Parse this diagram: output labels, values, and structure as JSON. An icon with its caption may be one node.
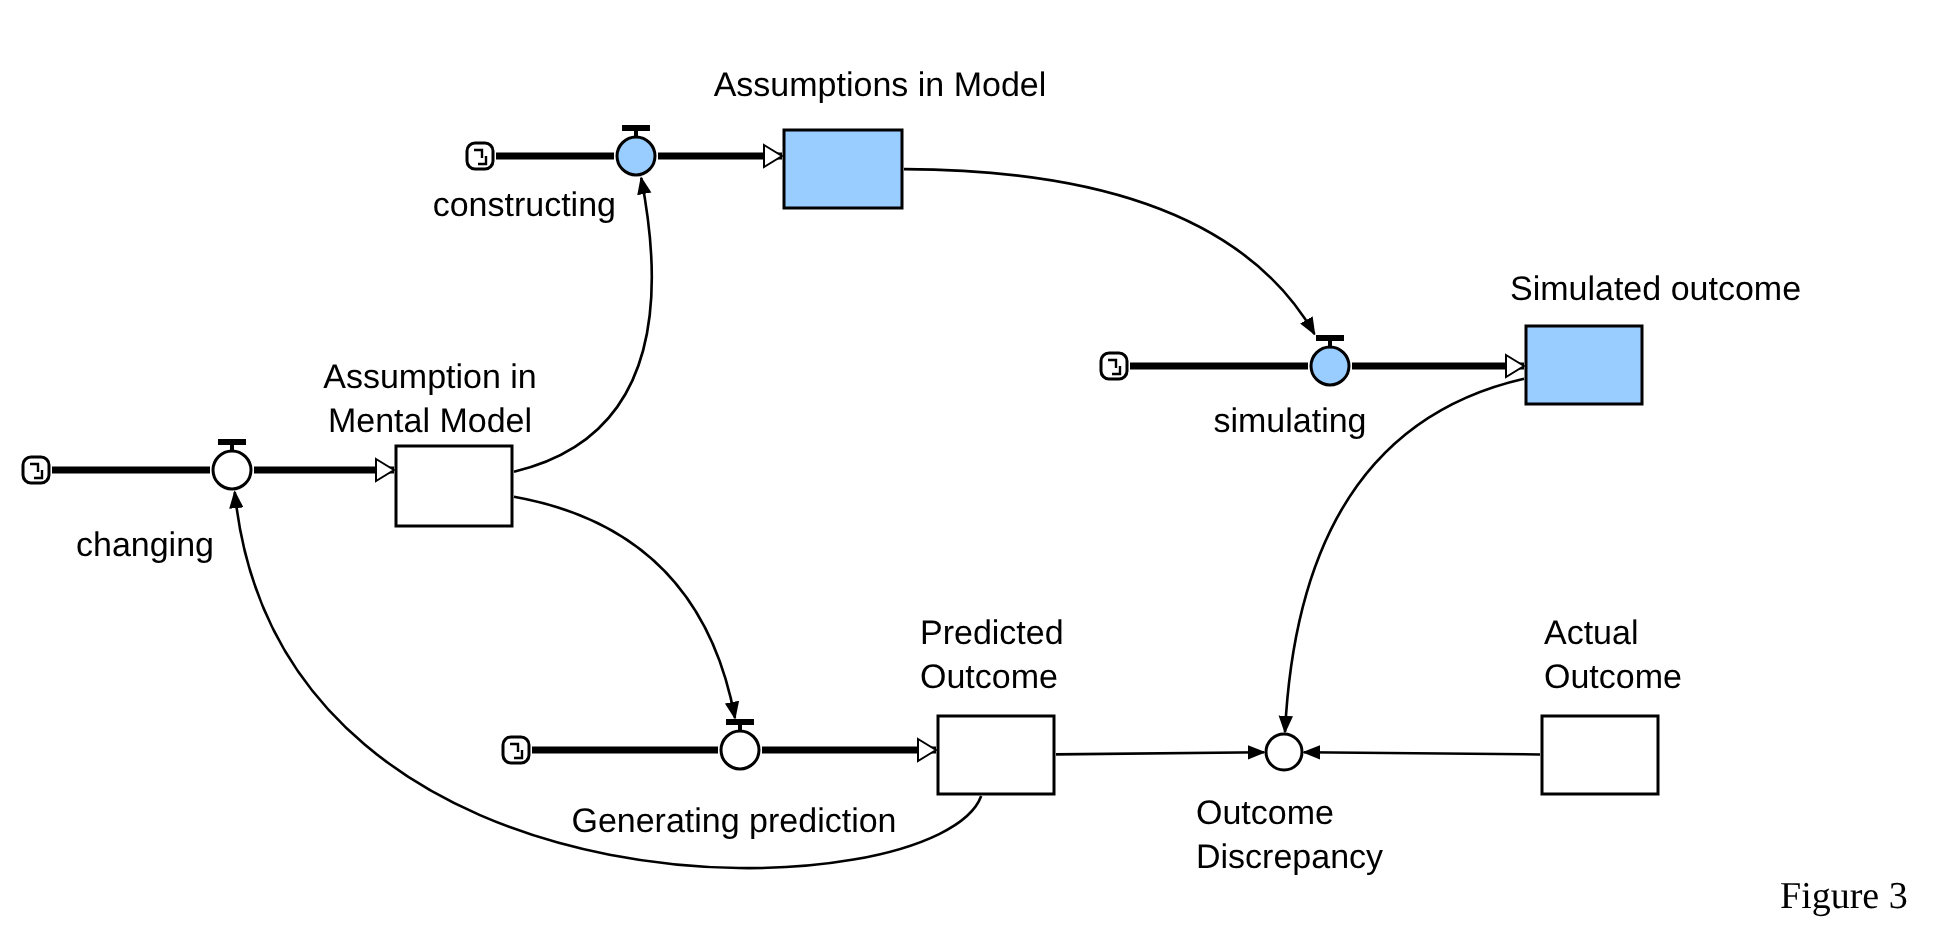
{
  "diagram": {
    "nodes": [
      {
        "text": [],
        "shape": "cloud"
      },
      {
        "text": [
          "constructing"
        ]
      },
      {
        "text": [
          "Assumptions in Model"
        ]
      },
      {
        "text": [],
        "shape": "cloud"
      },
      {
        "text": [
          "simulating"
        ]
      },
      {
        "text": [
          "Simulated outcome"
        ]
      },
      {
        "text": [],
        "shape": "cloud"
      },
      {
        "text": [
          "changing"
        ]
      },
      {
        "text": [
          "Assumption in Mental Model"
        ]
      },
      {
        "text": [],
        "shape": "cloud"
      },
      {
        "text": [
          "Generating prediction"
        ]
      },
      {
        "text": [
          "Predicted Outcome"
        ]
      },
      {
        "text": [
          "Outcome Discrepancy"
        ]
      },
      {
        "text": [
          "Actual Outcome"
        ]
      }
    ],
    "edges": [
      {
        "from": 0,
        "to": 1,
        "arrow": "none"
      },
      {
        "from": 1,
        "to": 2,
        "arrow": "to"
      },
      {
        "from": 3,
        "to": 4,
        "arrow": "none"
      },
      {
        "from": 4,
        "to": 5,
        "arrow": "to"
      },
      {
        "from": 6,
        "to": 7,
        "arrow": "none"
      },
      {
        "from": 7,
        "to": 8,
        "arrow": "to"
      },
      {
        "from": 9,
        "to": 10,
        "arrow": "none"
      },
      {
        "from": 10,
        "to": 11,
        "arrow": "to"
      },
      {
        "from": 8,
        "to": 1,
        "arrow": "to"
      },
      {
        "from": 2,
        "to": 4,
        "arrow": "to"
      },
      {
        "from": 8,
        "to": 10,
        "arrow": "to"
      },
      {
        "from": 5,
        "to": 12,
        "arrow": "to"
      },
      {
        "from": 11,
        "to": 12,
        "arrow": "to"
      },
      {
        "from": 13,
        "to": 12,
        "arrow": "to"
      },
      {
        "from": 11,
        "to": 7,
        "arrow": "to"
      }
    ],
    "labels": [
      "Figure 3"
    ]
  }
}
